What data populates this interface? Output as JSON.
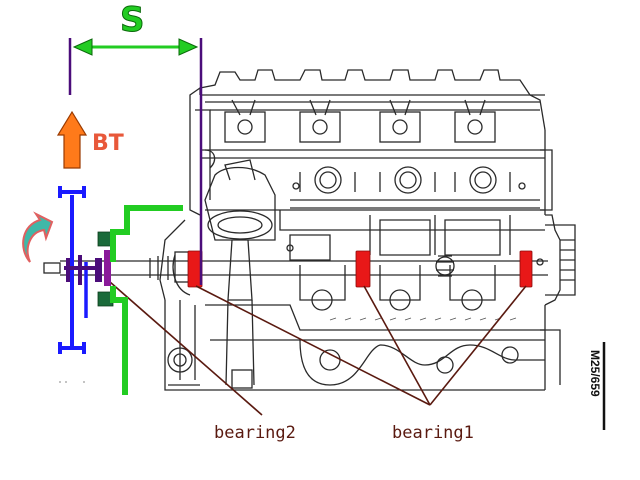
{
  "labels": {
    "s": "S",
    "bt": "BT",
    "bearing1": "bearing1",
    "bearing2": "bearing2",
    "figure_ref": "M25/659"
  },
  "colors": {
    "engine_line": "#2a2a2a",
    "green": "#22cc22",
    "purple": "#4b0d7a",
    "blue": "#1a1aff",
    "bearing": "#e81818",
    "leader": "#5a1a10",
    "arrow_orange": "#ff7a1a",
    "rotation_arrow": "#e06060",
    "rotation_fill": "#3fb8a8",
    "dark_green": "#1a6a3a"
  }
}
